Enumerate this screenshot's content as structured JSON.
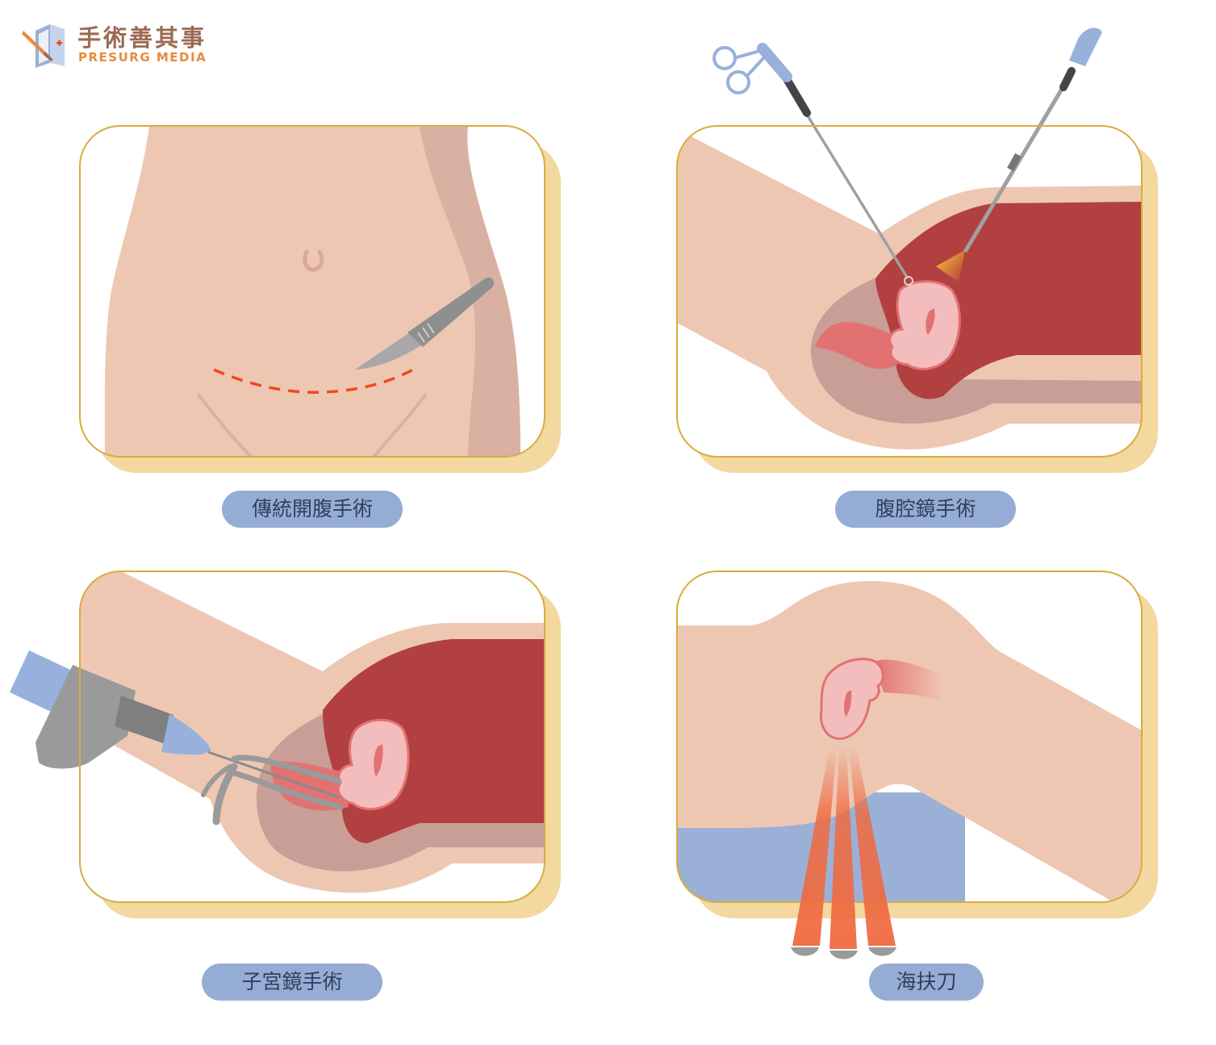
{
  "logo": {
    "title": "手術善其事",
    "subtitle": "PRESURG MEDIA",
    "icon": "scalpel-book-logo-icon"
  },
  "panels": [
    {
      "label": "傳統開腹手術",
      "illustration": "abdomen-incision"
    },
    {
      "label": "腹腔鏡手術",
      "illustration": "laparoscopy"
    },
    {
      "label": "子宮鏡手術",
      "illustration": "hysteroscopy"
    },
    {
      "label": "海扶刀",
      "illustration": "hifu"
    }
  ],
  "colors": {
    "frame_border": "#d9ac3f",
    "frame_shadow": "#f3d8a0",
    "skin": "#eec7b3",
    "skin_shade": "#d9b0a2",
    "cavity": "#b24040",
    "tissue_shade": "#c89e97",
    "uterus": "#f4bdbd",
    "uterus_outline": "#e27272",
    "label_bg": "#95add4",
    "label_text": "#2f3f5e",
    "incision": "#ef4a1e",
    "instrument": "#9a9a9a",
    "instrument_blue": "#97b1dc",
    "hifu_table": "#9ab0d6",
    "hifu_beam": "#ef6a40"
  }
}
